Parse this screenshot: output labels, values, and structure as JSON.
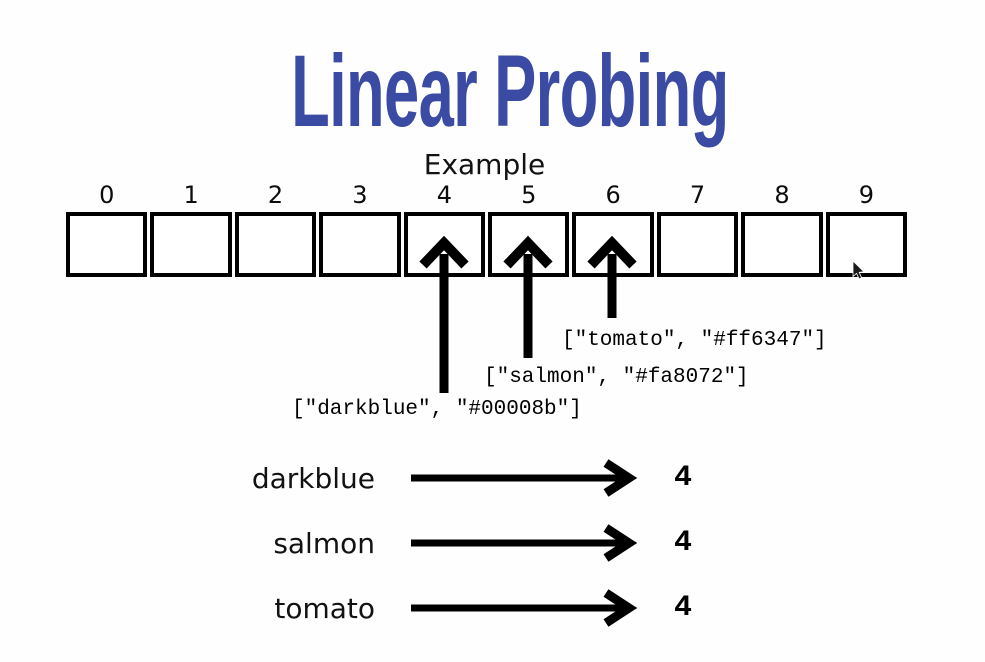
{
  "title": {
    "text": "Linear Probing",
    "color": "#3b4aa2"
  },
  "subtitle": "Example",
  "hash_table": {
    "indices": [
      "0",
      "1",
      "2",
      "3",
      "4",
      "5",
      "6",
      "7",
      "8",
      "9"
    ],
    "probed_slots": [
      4,
      5,
      6
    ]
  },
  "insertions": [
    {
      "entry": "[\"darkblue\", \"#00008b\"]",
      "slot": "4"
    },
    {
      "entry": "[\"salmon\", \"#fa8072\"]",
      "slot": "5"
    },
    {
      "entry": "[\"tomato\", \"#ff6347\"]",
      "slot": "6"
    }
  ],
  "hash_mappings": [
    {
      "key": "darkblue",
      "hash": "4"
    },
    {
      "key": "salmon",
      "hash": "4"
    },
    {
      "key": "tomato",
      "hash": "4"
    }
  ]
}
